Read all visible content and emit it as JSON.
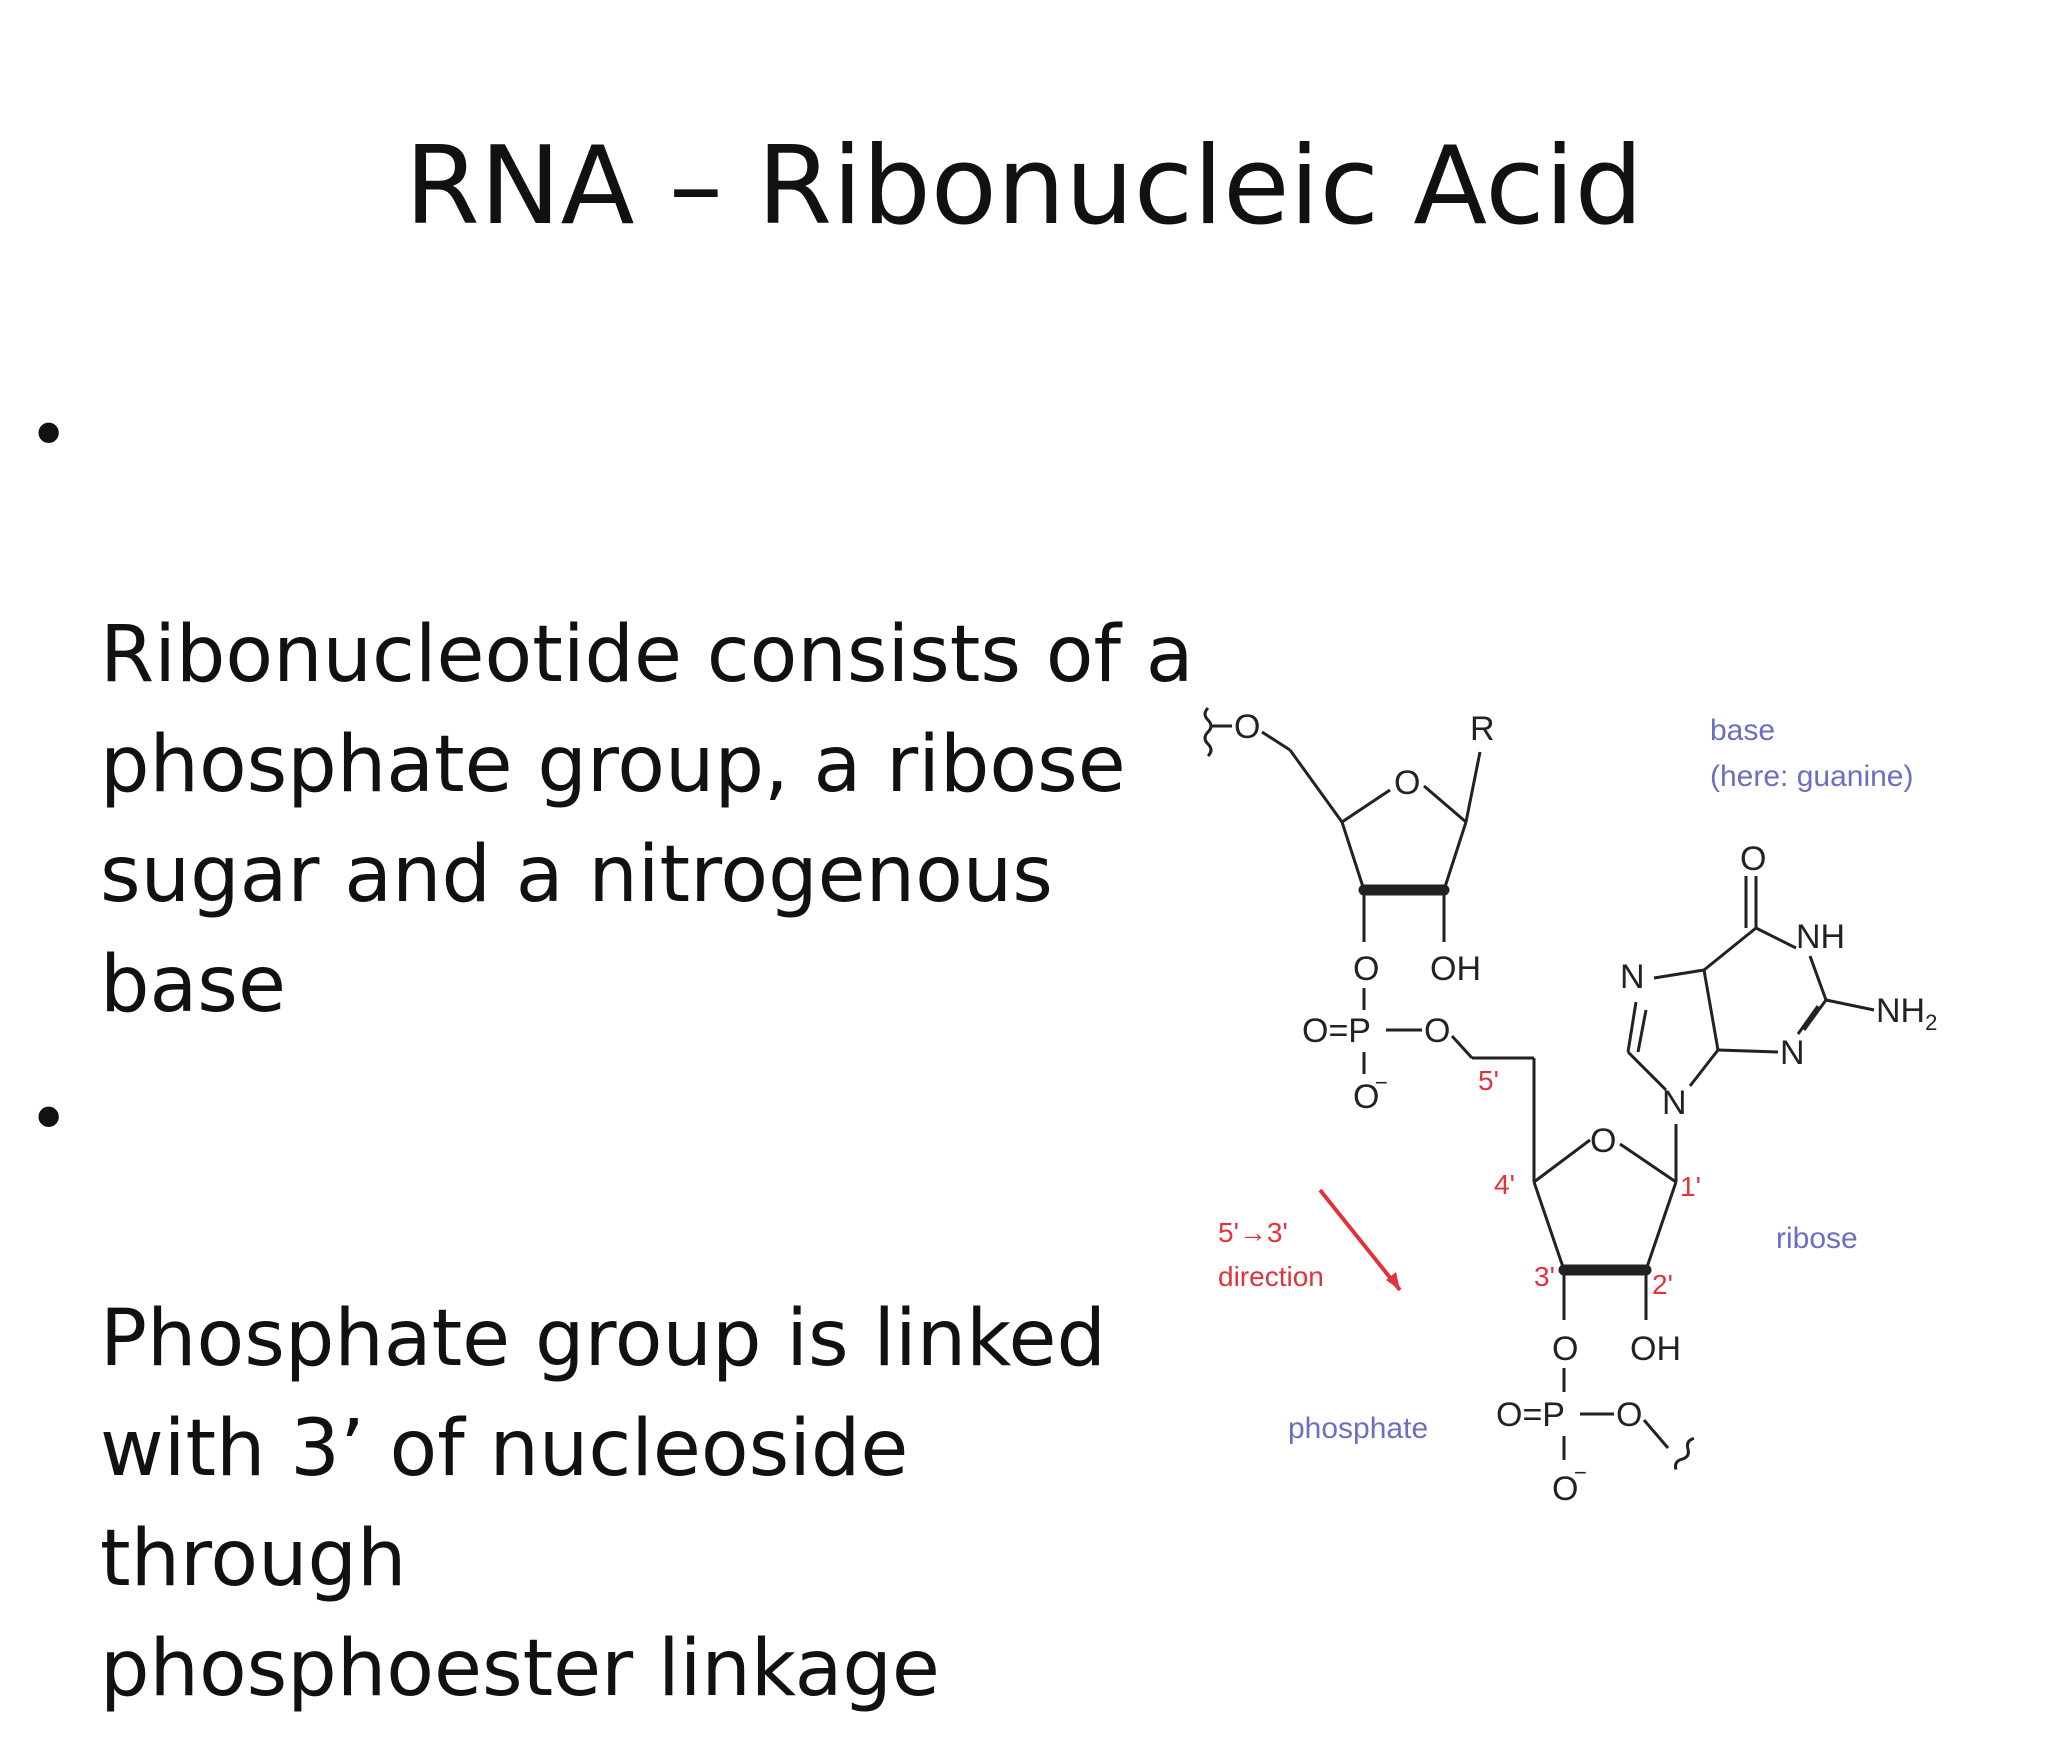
{
  "slide": {
    "title": "RNA – Ribonucleic Acid",
    "bullets": [
      {
        "text": "Ribonucleotide consists of a\nphosphate group, a ribose\nsugar and a nitrogenous base"
      },
      {
        "text": "Phosphate group is linked\nwith 3’ of nucleoside through\nphosphoester linkage"
      }
    ],
    "bullet_symbol": "•"
  },
  "diagram": {
    "labels": {
      "base": "base",
      "base_note": "(here: guanine)",
      "ribose": "ribose",
      "phosphate": "phosphate",
      "direction_arrow": "5'→3'",
      "direction": "direction"
    },
    "atoms": {
      "o_top_link": "O",
      "r_group": "R",
      "o_ring_top": "O",
      "o_3_top": "O",
      "oh_2_top": "OH",
      "phosphate_o_eq": "O=P",
      "phosphate_o_link": "O",
      "phosphate_o_minus": "O",
      "o_ring_bottom": "O",
      "oh_2_bottom": "OH",
      "o_3_bottom": "O",
      "phosphate2_o_eq": "O=P",
      "phosphate2_o_link": "O",
      "phosphate2_o_minus": "O",
      "guanine_o": "O",
      "guanine_nh": "NH",
      "guanine_n7": "N",
      "guanine_n9": "N",
      "guanine_n3": "N",
      "guanine_nh2": "NH",
      "guanine_nh2_sub": "2",
      "minus_sign": "−"
    },
    "carbon_positions": {
      "c5": "5'",
      "c4": "4'",
      "c3": "3'",
      "c2": "2'",
      "c1": "1'"
    },
    "colors": {
      "ink": "#222222",
      "numbering": "#e0333c",
      "annotation": "#6a6fbf"
    }
  }
}
